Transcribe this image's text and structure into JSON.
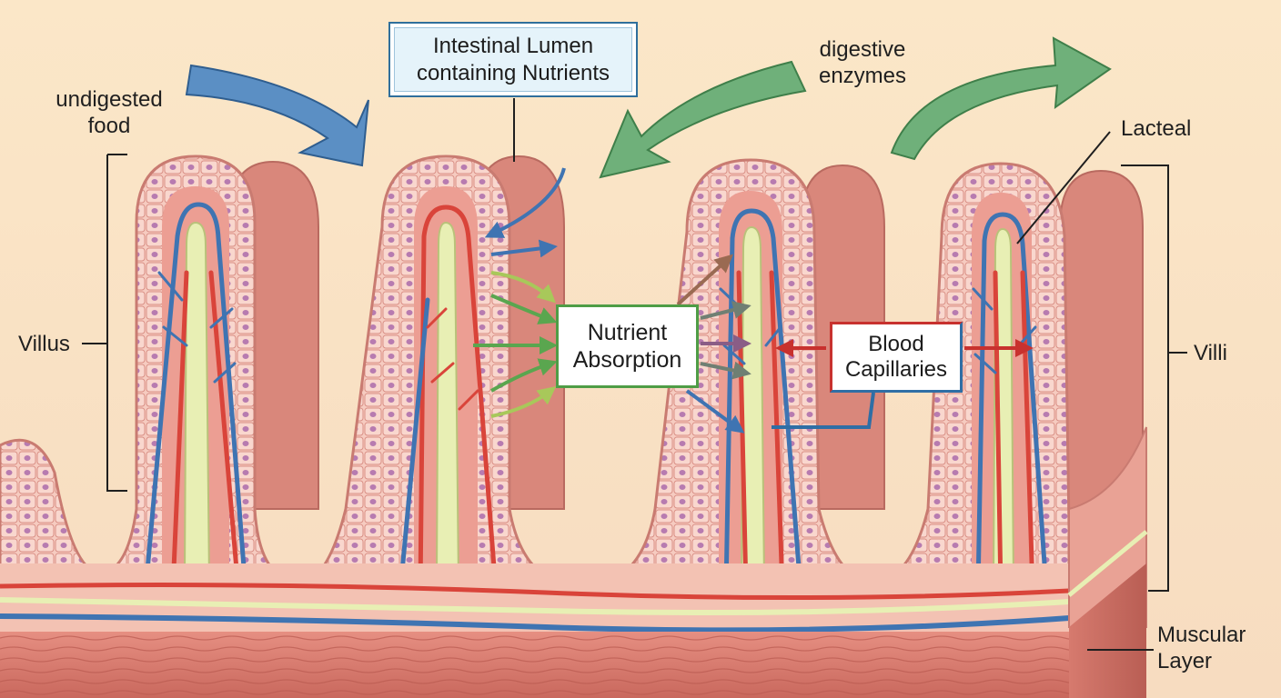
{
  "labels": {
    "lumen": "Intestinal Lumen\ncontaining Nutrients",
    "enzymes": "digestive\nenzymes",
    "undigested": "undigested\nfood",
    "lacteal": "Lacteal",
    "villus": "Villus",
    "villi": "Villi",
    "absorption": "Nutrient\nAbsorption",
    "capillaries": "Blood\nCapillaries",
    "muscular": "Muscular\nLayer"
  },
  "colors": {
    "background": "#fbe7c8",
    "tissue": "#e79a8e",
    "epithelium": "#f6cbc0",
    "nucleus": "#b77bb0",
    "artery": "#d9443a",
    "vein": "#3f74b2",
    "lacteal": "#e8efb4",
    "muscle": "#d7756a",
    "arrow_blue": "#5b8fc4",
    "arrow_green": "#6fb07a",
    "box_green": "#4f9d46",
    "box_red": "#c8312e",
    "box_blue": "#2f6ea5"
  },
  "icons": [
    "food-flow-arrow",
    "enzyme-flow-arrow",
    "absorption-arrows",
    "double-headed-arrow"
  ]
}
